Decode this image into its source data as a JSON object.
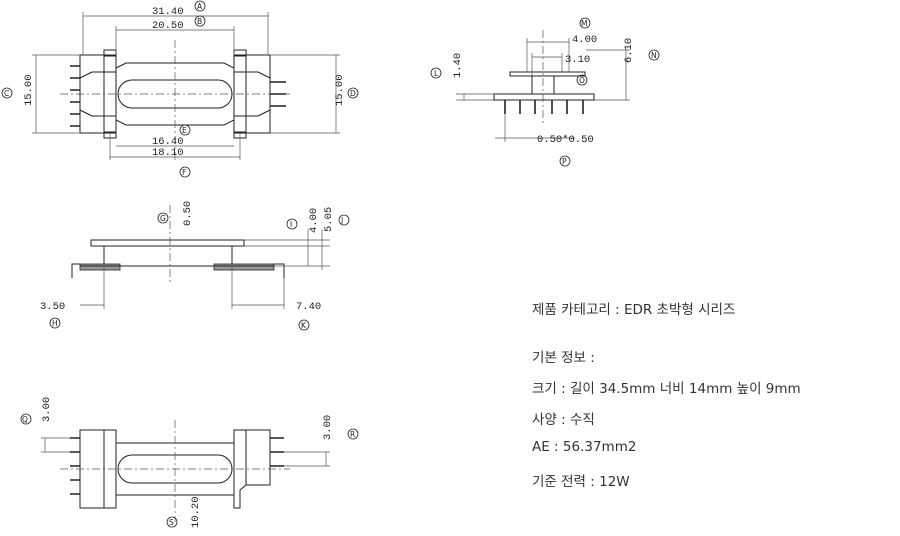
{
  "dimensions": {
    "d31_40": "31.40",
    "d20_50": "20.50",
    "d16_40": "16.40",
    "d18_10": "18.10",
    "d15_00_left": "15.00",
    "d15_00_right": "15.00",
    "d4_00": "4.00",
    "d3_10": "3.10",
    "d6_10": "6.10",
    "d1_40": "1.40",
    "d0_50x0_50": "0.50*0.50",
    "d0_50": "0.50",
    "d4_00_side": "4.00",
    "d5_05": "5.05",
    "d3_50": "3.50",
    "d7_40": "7.40",
    "d3_00_left": "3.00",
    "d3_00_right": "3.00",
    "d10_20": "10.20"
  },
  "callouts": {
    "A": "A",
    "B": "B",
    "C": "C",
    "D": "D",
    "E": "E",
    "F": "F",
    "G": "G",
    "H": "H",
    "I": "I",
    "J": "J",
    "K": "K",
    "L": "L",
    "M": "M",
    "N": "N",
    "O": "O",
    "P": "P",
    "Q": "Q",
    "R": "R",
    "S": "S"
  },
  "info": {
    "category": "제품 카테고리 : EDR 초박형 시리즈",
    "basic_info": "기본 정보 :",
    "size": "크기 : 길이 34.5mm 너비 14mm 높이 9mm",
    "spec": "사양 : 수직",
    "ae": "AE : 56.37mm2",
    "power": "기준 전력 : 12W"
  }
}
